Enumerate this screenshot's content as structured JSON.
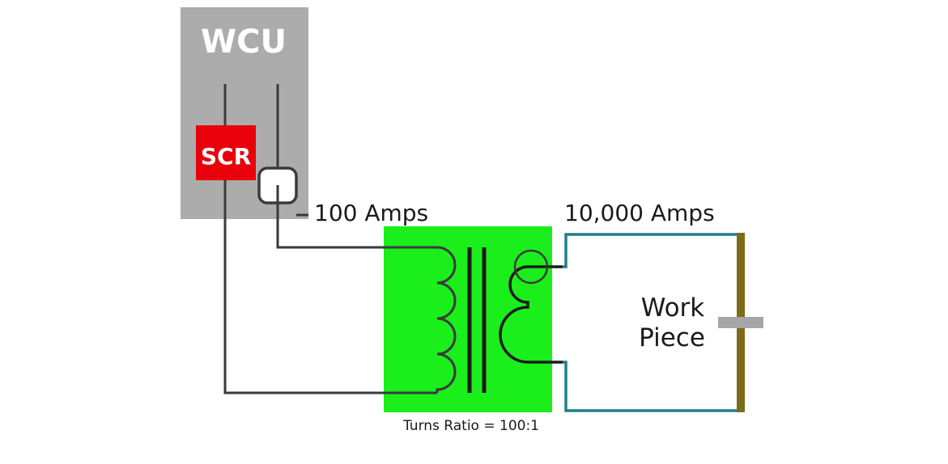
{
  "wcu": {
    "title": "WCU",
    "scr_label": "SCR"
  },
  "primary_current": "100 Amps",
  "secondary_current": "10,000 Amps",
  "workpiece_label": [
    "Work",
    "Piece"
  ],
  "turns_ratio": "Turns Ratio = 100:1",
  "colors": {
    "wcu_box": "#acacac",
    "scr": "#e8000a",
    "transformer": "#1bef1b",
    "secondary_wire": "#1f7f86",
    "electrode": "#7c6b19",
    "workpiece_bar": "#a6a6a6",
    "wire": "#3a3a3a"
  }
}
